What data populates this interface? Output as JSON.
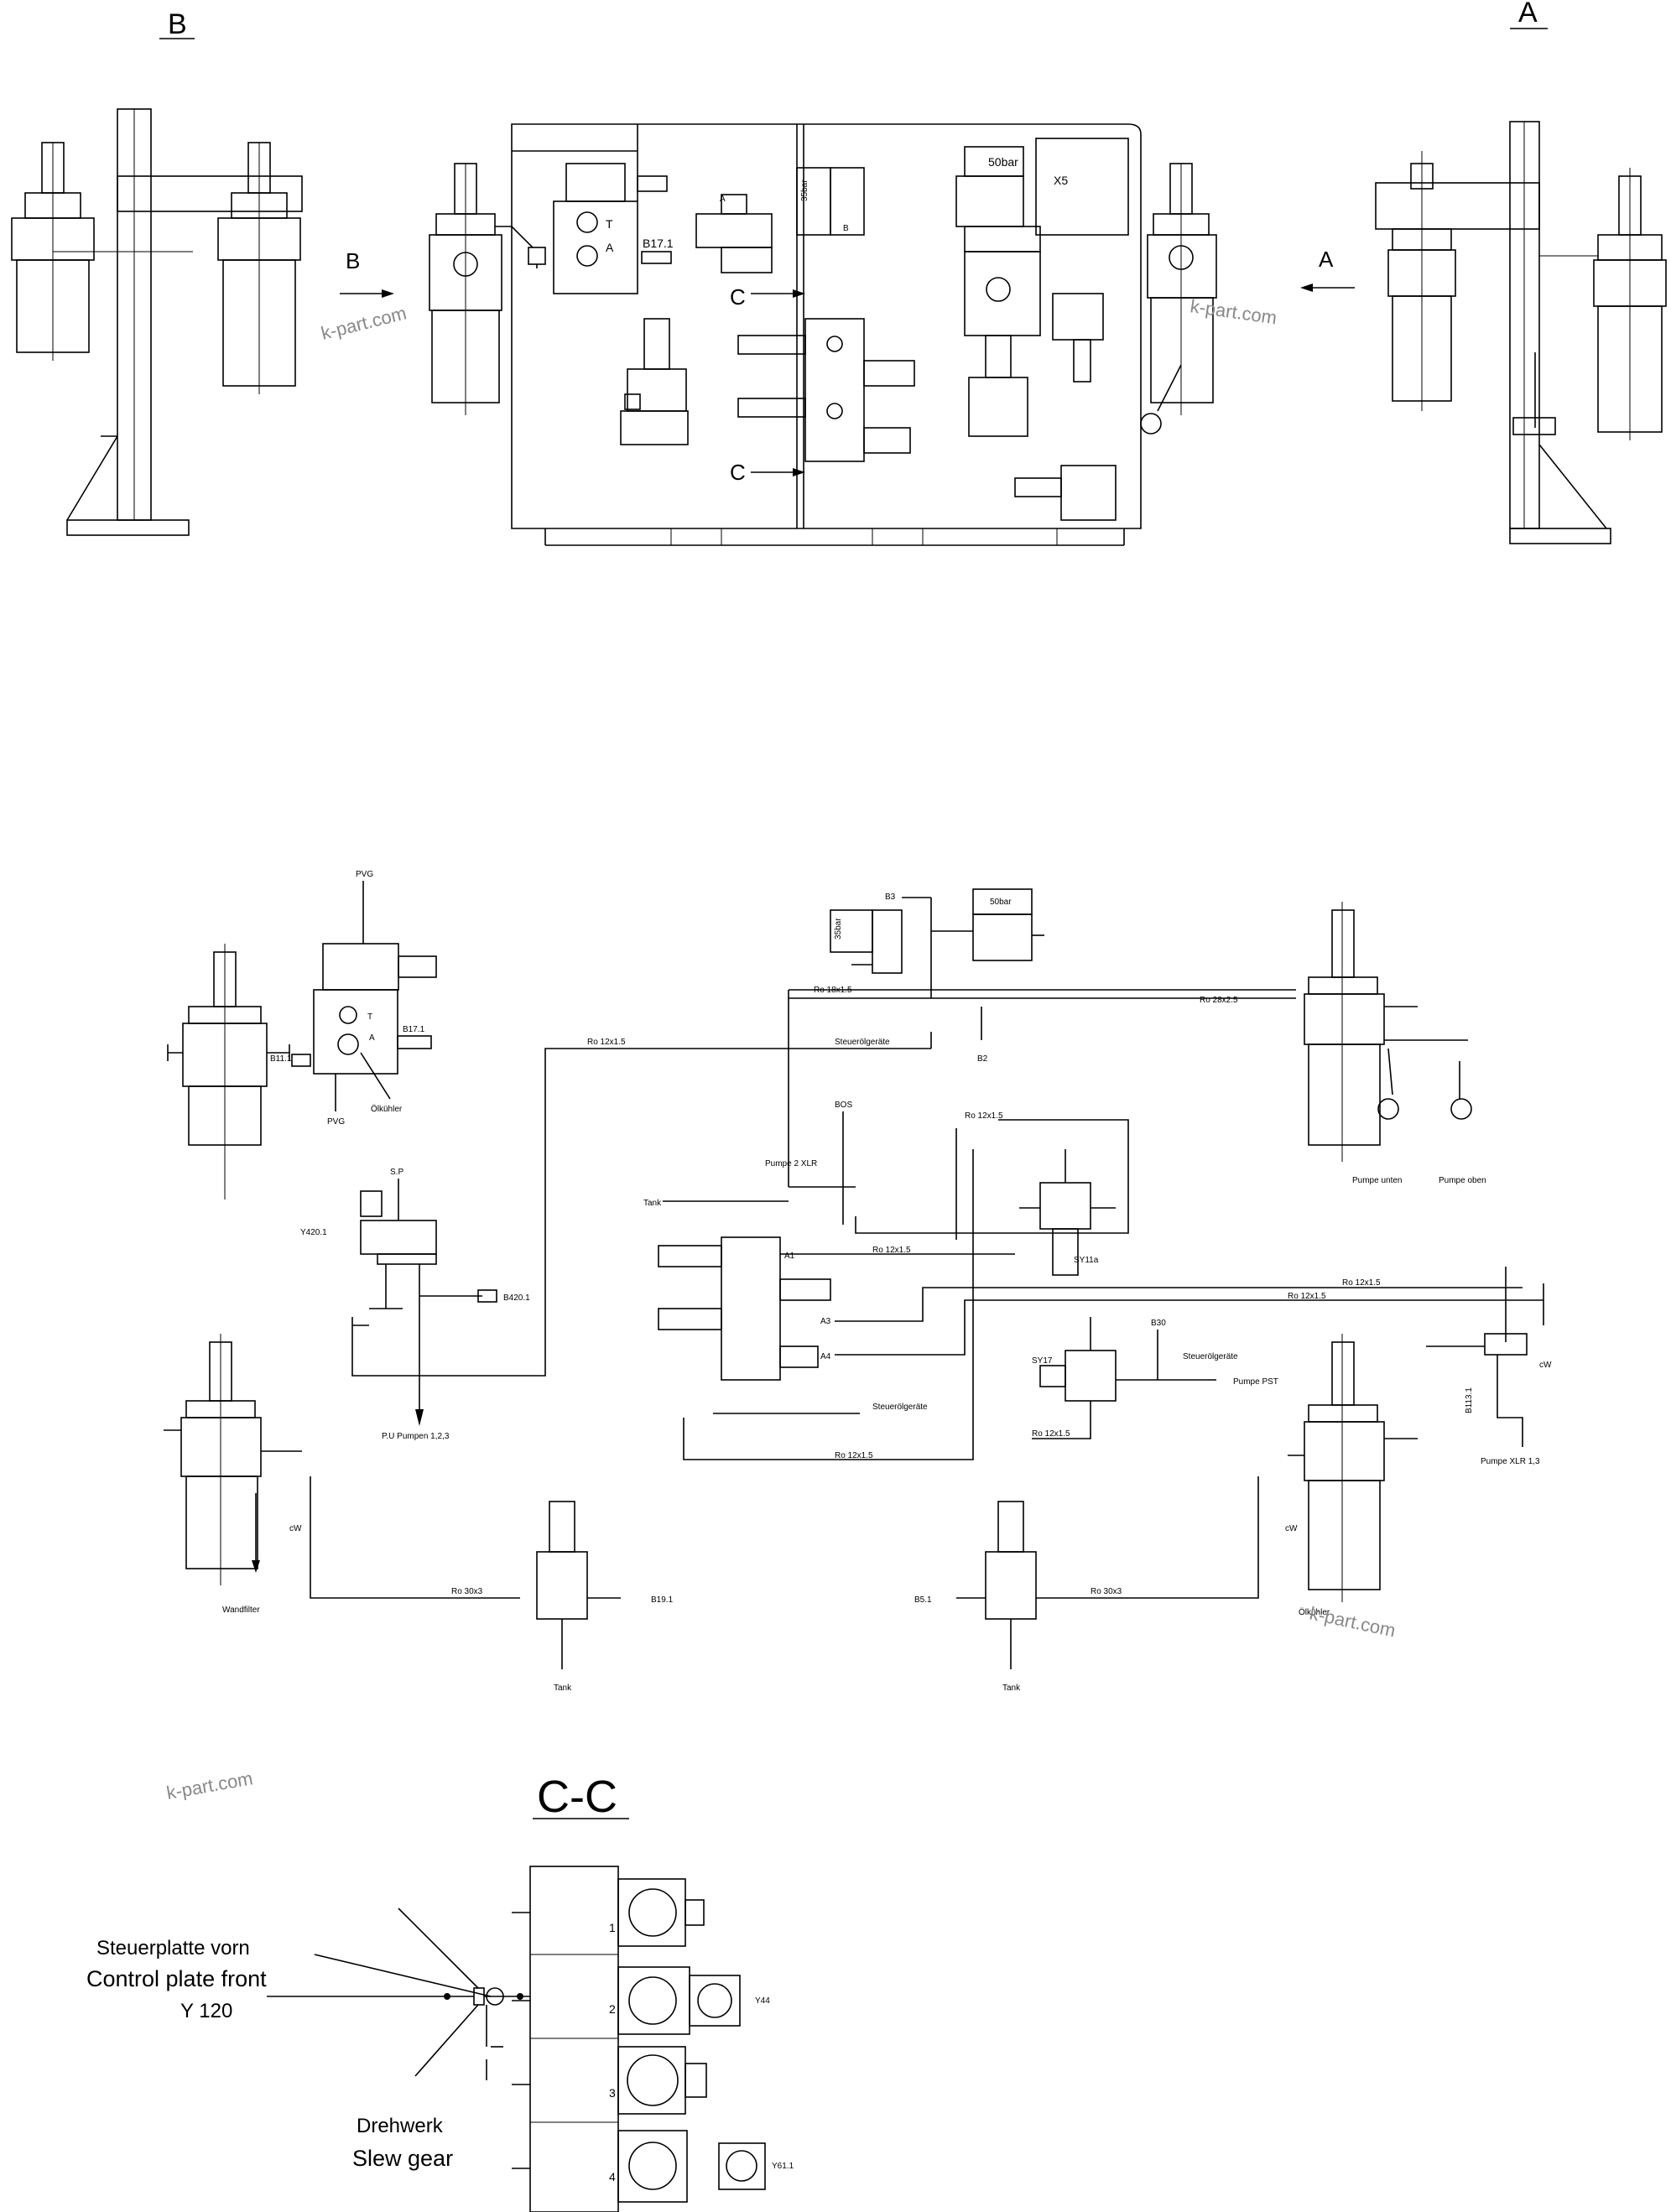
{
  "views": {
    "view_b": {
      "label": "B",
      "arrow_label": "B"
    },
    "view_a": {
      "label": "A",
      "arrow_label": "A"
    },
    "section_arrow_upper": "C",
    "section_arrow_lower": "C"
  },
  "front_view": {
    "valve_b17": "B17.1",
    "port_t": "T",
    "port_a": "A",
    "pressure_35": "35bar",
    "pressure_50": "50bar",
    "block_x5": "X5",
    "small_a": "A",
    "small_b": "B"
  },
  "schematic": {
    "pvg_top": "PVG",
    "pvg_bottom": "PVG",
    "oelkuehler": "Ölkühler",
    "b17": "B17.1",
    "b11": "B11.1",
    "y420": "Y420.1",
    "sp": "S.P",
    "b420": "B420.1",
    "pu_pumps": "P.U Pumpen 1,2,3",
    "ro12_left": "Ro 12x1.5",
    "ro18": "Ro 18x1.5",
    "ro28": "Ro 28x2.5",
    "steuerolgeraet_top": "Steuerölgeräte",
    "b3": "B3",
    "b2": "B2",
    "p35": "35bar",
    "p50": "50bar",
    "bos": "BOS",
    "pumpe2xlr": "Pumpe 2 XLR",
    "tank_mid": "Tank",
    "ro12_a": "Ro 12x1.5",
    "ro12_b": "Ro 12x1.5",
    "sy11a": "SY11a",
    "a1": "A1",
    "a3": "A3",
    "a4": "A4",
    "ro12_c": "Ro 12x1.5",
    "ro12_d": "Ro 12x1.5",
    "b30": "B30",
    "sy17": "SY17",
    "steuerolgeraet_mid": "Steuerölgeräte",
    "pumpe_pst": "Pumpe PST",
    "steuerolgeraet_low": "Steuerölgeräte",
    "ro12_e": "Ro 12x1.5",
    "ro12_f": "Ro 12x1.5",
    "pumpe_unten": "Pumpe unten",
    "pumpe_oben": "Pumpe oben",
    "b113": "B113.1",
    "pumpe_xlr": "Pumpe XLR 1,3",
    "cw_right": "cW",
    "cw_left": "cW",
    "cw_mid": "cW",
    "wandfilter": "Wandfilter",
    "ro30_left": "Ro 30x3",
    "b19": "B19.1",
    "tank_left": "Tank",
    "ro30_right": "Ro 30x3",
    "b51": "B5.1",
    "tank_right": "Tank",
    "oelkuehler_right": "Ölkühler"
  },
  "section_cc": {
    "title": "C-C",
    "legend_de_1": "Steuerplatte vorn",
    "legend_en_1": "Control plate front",
    "legend_code": "Y 120",
    "legend_de_2": "Drehwerk",
    "legend_en_2": "Slew gear",
    "num_1": "1",
    "num_2": "2",
    "num_3": "3",
    "num_4": "4",
    "y44": "Y44",
    "y61": "Y61.1"
  },
  "watermarks": {
    "wm1": "k-part.com",
    "wm2": "k-part.com",
    "wm3": "k-part.com",
    "wm4": "k-part.com"
  }
}
